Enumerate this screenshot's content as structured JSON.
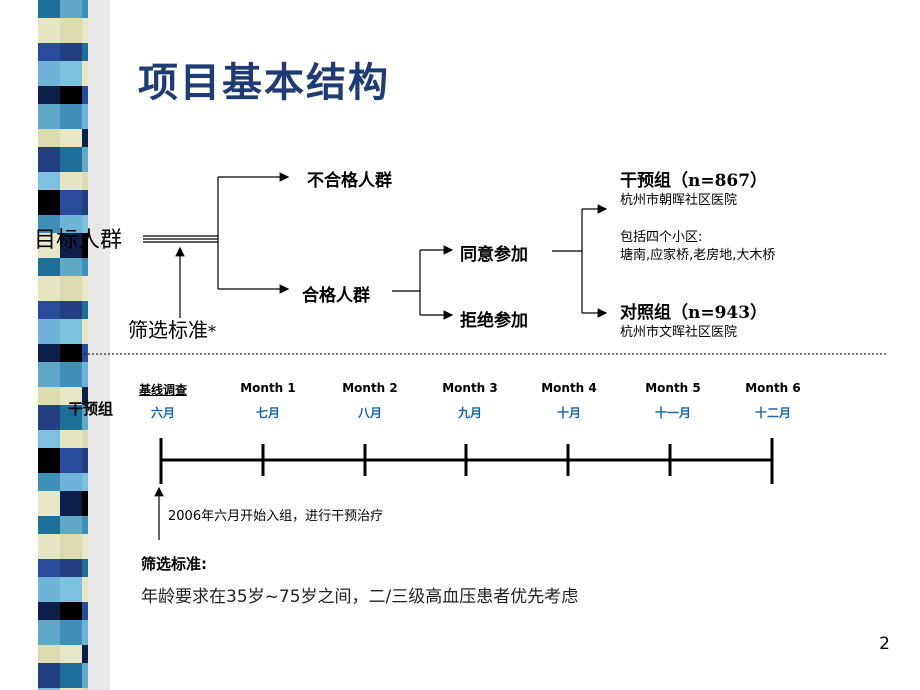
{
  "title": "项目基本结构",
  "flow": {
    "target": "目标人群",
    "criteria_label": "筛选标准",
    "criteria_mark": "*",
    "ineligible": "不合格人群",
    "eligible": "合格人群",
    "agree": "同意参加",
    "refuse": "拒绝参加",
    "intervention": {
      "label": "干预组",
      "n": "（n=867）",
      "site": "杭州市朝晖社区医院",
      "communities_title": "包括四个小区:",
      "communities": "塘南,应家桥,老房地,大木桥"
    },
    "control": {
      "label": "对照组",
      "n": "（n=943）",
      "site": "杭州市文晖社区医院"
    }
  },
  "timeline": {
    "group_label": "干预组",
    "points": [
      {
        "label": "基线调查",
        "month_cn": "六月"
      },
      {
        "label": "Month 1",
        "month_cn": "七月"
      },
      {
        "label": "Month 2",
        "month_cn": "八月"
      },
      {
        "label": "Month 3",
        "month_cn": "九月"
      },
      {
        "label": "Month 4",
        "month_cn": "十月"
      },
      {
        "label": "Month 5",
        "month_cn": "十一月"
      },
      {
        "label": "Month 6",
        "month_cn": "十二月"
      }
    ],
    "start_note": "2006年六月开始入组，进行干预治疗"
  },
  "criteria": {
    "heading": "筛选标准:",
    "text": "年龄要求在35岁~75岁之间，二/三级高血压患者优先考虑"
  },
  "page_number": "2",
  "colors": {
    "title": "#1f3b73",
    "month_cn": "#1a66a8"
  }
}
